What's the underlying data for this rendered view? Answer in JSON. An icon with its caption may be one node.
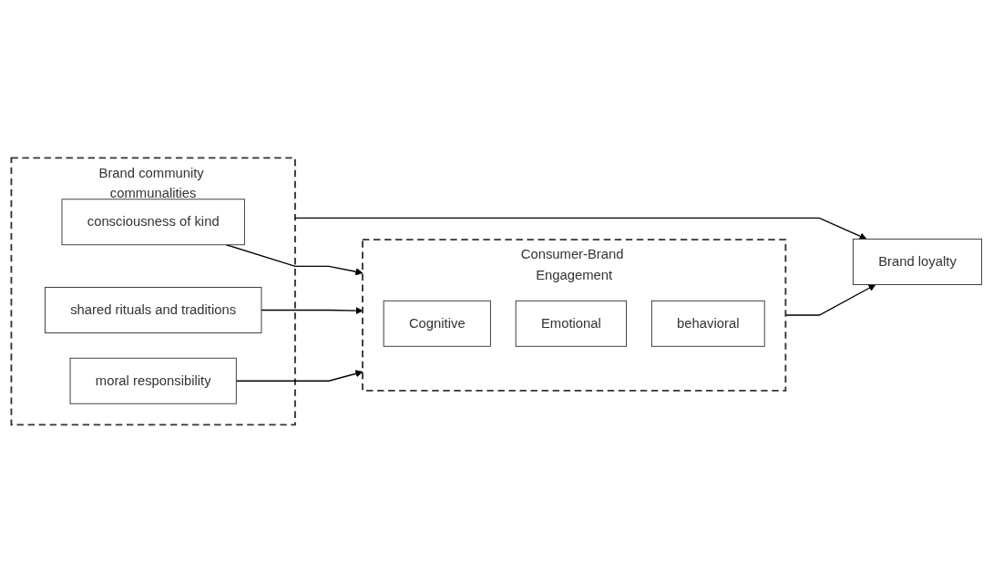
{
  "diagram": {
    "nodes": [
      {
        "text": [
          "Brand community communalities"
        ]
      },
      {
        "text": [
          "consciousness of kind"
        ],
        "in": 0
      },
      {
        "text": [
          "shared rituals and traditions"
        ],
        "in": 0
      },
      {
        "text": [
          "moral responsibility"
        ],
        "in": 0
      },
      {
        "text": [
          "Consumer-Brand Engagement"
        ]
      },
      {
        "text": [
          "Cognitive"
        ],
        "in": 4
      },
      {
        "text": [
          "Emotional"
        ],
        "in": 4
      },
      {
        "text": [
          "behavioral"
        ],
        "in": 4
      },
      {
        "text": [
          "Brand loyalty"
        ]
      }
    ],
    "edges": [
      {
        "from": 1,
        "to": 4,
        "arrow": "to"
      },
      {
        "from": 2,
        "to": 4,
        "arrow": "to"
      },
      {
        "from": 3,
        "to": 4,
        "arrow": "to"
      },
      {
        "from": 4,
        "to": 8,
        "arrow": "to"
      },
      {
        "from": 0,
        "to": 8,
        "arrow": "to"
      }
    ]
  }
}
